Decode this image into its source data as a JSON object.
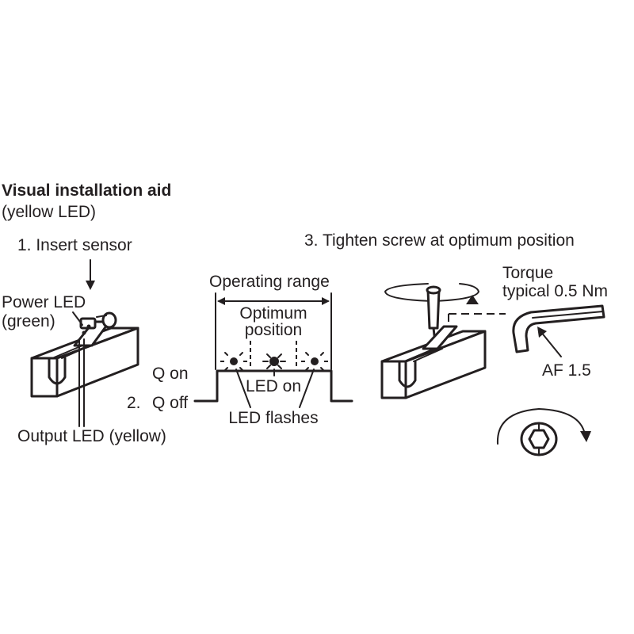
{
  "header": {
    "title": "Visual installation aid",
    "subtitle": "(yellow LED)"
  },
  "step1": {
    "label": "1. Insert sensor",
    "power_led": "Power LED",
    "power_led_color": "(green)",
    "output_led": "Output LED (yellow)"
  },
  "step2": {
    "q_on": "Q on",
    "step_number": "2.",
    "q_off": "Q off",
    "operating_range": "Operating range",
    "optimum_line1": "Optimum",
    "optimum_line2": "position",
    "led_on": "LED on",
    "led_flashes": "LED flashes"
  },
  "step3": {
    "label": "3. Tighten screw at optimum position",
    "torque_line1": "Torque",
    "torque_line2": "typical 0.5 Nm",
    "af": "AF 1.5"
  },
  "colors": {
    "ink": "#231f20",
    "background": "#ffffff"
  }
}
